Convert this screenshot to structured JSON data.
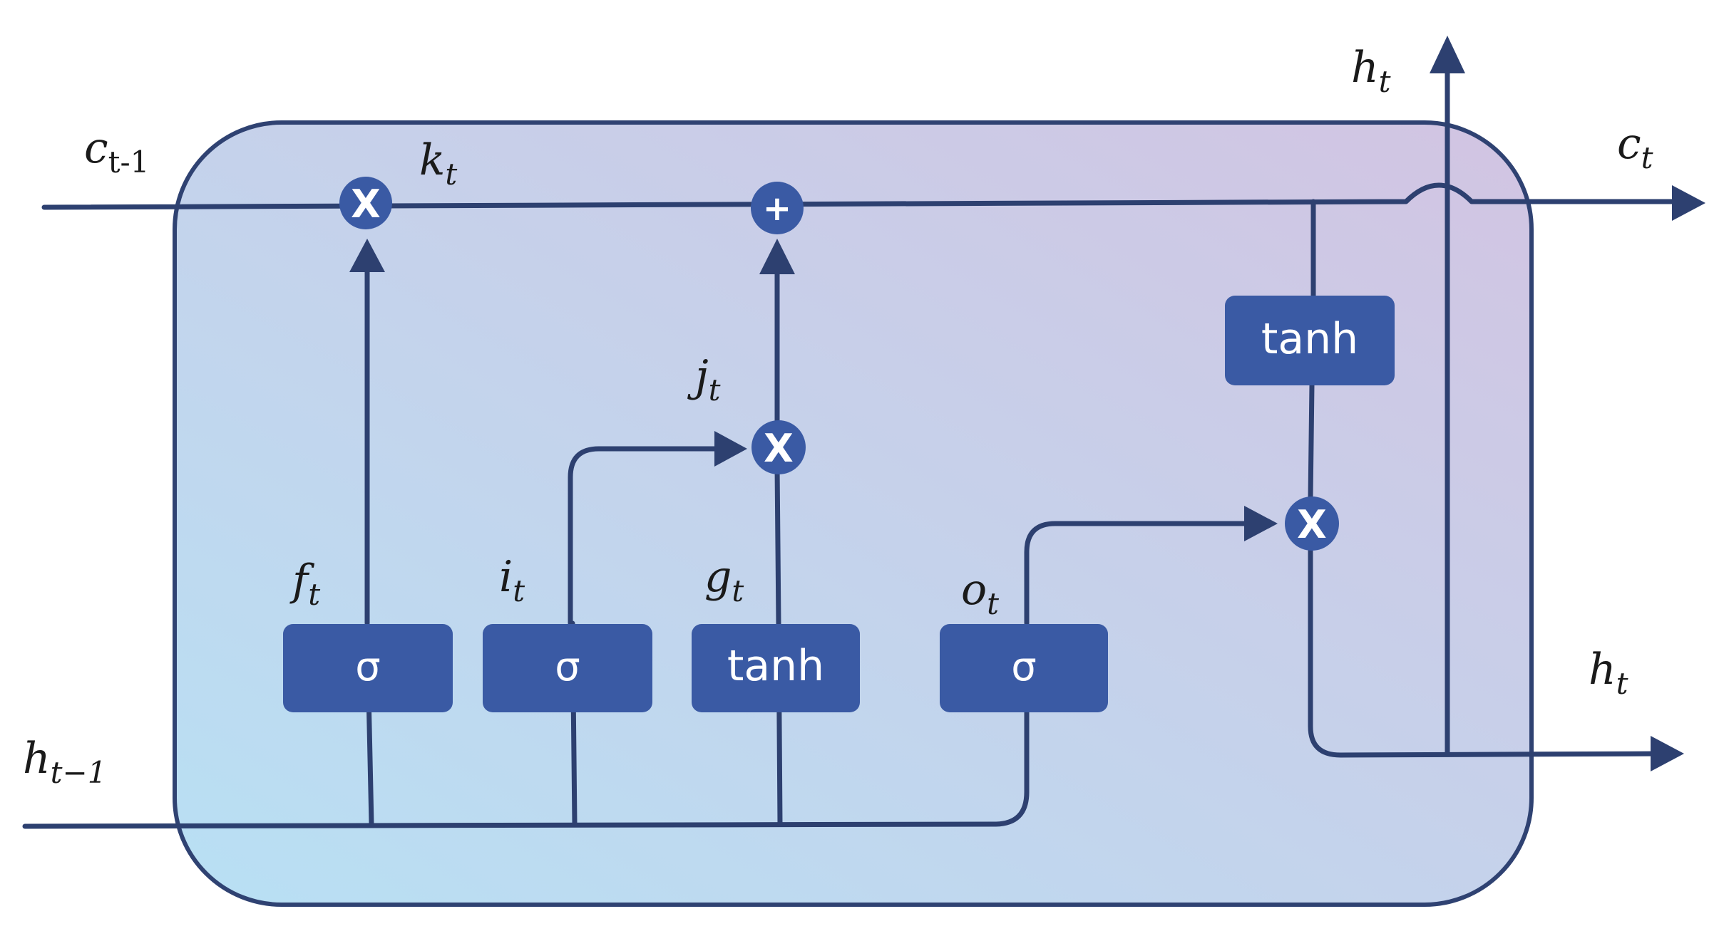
{
  "colors": {
    "line": "#2d4070",
    "gate_fill": "#3a5aa4",
    "op_fill": "#3a5aa4",
    "cell_border": "#2f4272",
    "grad_start": "#b8e0f4",
    "grad_end": "#d2c4e2",
    "label_text": "#1a1a1a"
  },
  "labels": {
    "c_prev": {
      "base": "c",
      "sub": "t-1"
    },
    "k_t": {
      "base": "k",
      "sub": "t"
    },
    "c_t": {
      "base": "c",
      "sub": "t"
    },
    "h_top": {
      "base": "h",
      "sub": "t"
    },
    "h_right": {
      "base": "h",
      "sub": "t"
    },
    "h_prev": {
      "base": "h",
      "sub": "t−1"
    },
    "j_t": {
      "base": "j",
      "sub": "t"
    },
    "f_t": {
      "base": "f",
      "sub": "t"
    },
    "i_t": {
      "base": "i",
      "sub": "t"
    },
    "g_t": {
      "base": "g",
      "sub": "t"
    },
    "o_t": {
      "base": "o",
      "sub": "t"
    }
  },
  "gates": {
    "forget": "σ",
    "input": "σ",
    "candidate": "tanh",
    "output": "σ",
    "cell_tanh": "tanh"
  },
  "ops": {
    "forget_mul": "X",
    "cell_add": "+",
    "input_mul": "X",
    "output_mul": "X"
  }
}
